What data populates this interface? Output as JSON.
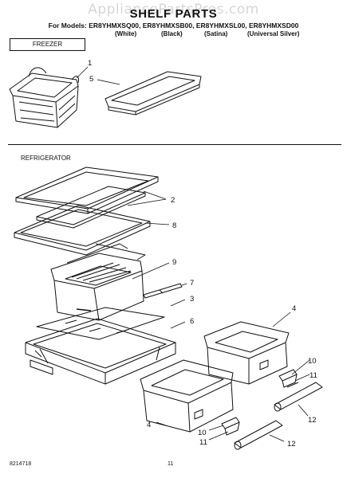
{
  "watermark": "AppliancePartsPros.com",
  "title": "SHELF PARTS",
  "models_line": "For Models: ER8YHMXSQ00, ER8YHMXSB00, ER8YHMXSL00, ER8YHMXSD00",
  "variants": [
    "(White)",
    "(Black)",
    "(Satina)",
    "(Universal Silver)"
  ],
  "sections": {
    "freezer": "FREEZER",
    "refrigerator": "REFRIGERATOR"
  },
  "callouts": [
    "1",
    "5",
    "2",
    "8",
    "9",
    "7",
    "3",
    "6",
    "4",
    "10",
    "11",
    "12",
    "4",
    "10",
    "11",
    "12"
  ],
  "footer": {
    "doc_number": "8214718",
    "page_number": "11"
  }
}
